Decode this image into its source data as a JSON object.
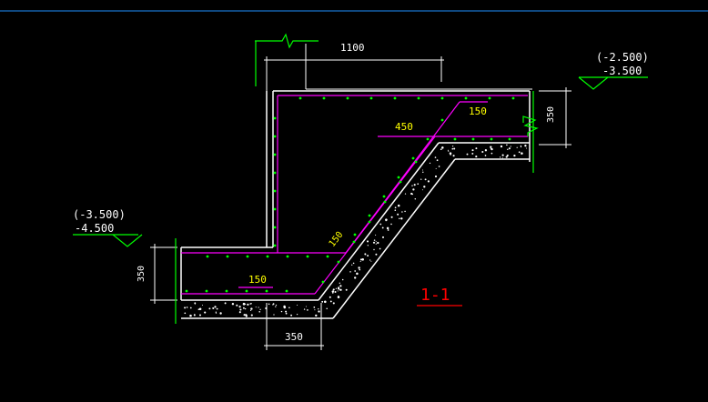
{
  "drawing": {
    "section_title": "1-1",
    "dimensions": {
      "top_length": "1100",
      "right_height": "350",
      "left_height": "350",
      "bottom_length": "350",
      "slope_upper_450": "450",
      "slope_upper_150": "150",
      "slope_mid_150": "150",
      "bottom_inner_150": "150"
    },
    "elevations": {
      "right_paren": "(-2.500)",
      "right_value": "-3.500",
      "left_paren": "(-3.500)",
      "left_value": "-4.500"
    }
  },
  "colors": {
    "background": "#000000",
    "wall": "#ffffff",
    "rebar": "#ff00ff",
    "dimension": "#ffffff",
    "elevation": "#00ff00",
    "yellow_text": "#ffff00",
    "title": "#ff0000",
    "top_rule": "#1e90ff"
  }
}
